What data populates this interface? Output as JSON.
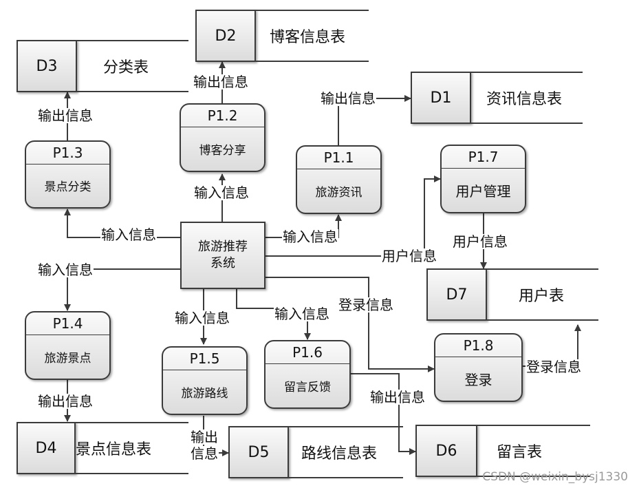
{
  "center": {
    "name_line1": "旅游推荐",
    "name_line2": "系统"
  },
  "processes": {
    "p11": {
      "id": "P1.1",
      "name": "旅游资讯"
    },
    "p12": {
      "id": "P1.2",
      "name": "博客分享"
    },
    "p13": {
      "id": "P1.3",
      "name": "景点分类"
    },
    "p14": {
      "id": "P1.4",
      "name": "旅游景点"
    },
    "p15": {
      "id": "P1.5",
      "name": "旅游路线"
    },
    "p16": {
      "id": "P1.6",
      "name": "留言反馈"
    },
    "p17": {
      "id": "P1.7",
      "name": "用户管理"
    },
    "p18": {
      "id": "P1.8",
      "name": "登录"
    }
  },
  "stores": {
    "d1": {
      "id": "D1",
      "name": "资讯信息表"
    },
    "d2": {
      "id": "D2",
      "name": "博客信息表"
    },
    "d3": {
      "id": "D3",
      "name": "分类表"
    },
    "d4": {
      "id": "D4",
      "name": "景点信息表"
    },
    "d5": {
      "id": "D5",
      "name": "路线信息表"
    },
    "d6": {
      "id": "D6",
      "name": "留言表"
    },
    "d7": {
      "id": "D7",
      "name": "用户表"
    }
  },
  "flows": {
    "output_d2": "输出信息",
    "output_d1": "输出信息",
    "output_d3": "输出信息",
    "input_p12": "输入信息",
    "input_p13": "输入信息",
    "input_p11": "输入信息",
    "user_info_p17": "用户信息",
    "user_info_d7": "用户信息",
    "input_p14": "输入信息",
    "input_p15": "输入信息",
    "input_p16": "输入信息",
    "login_info_p18": "登录信息",
    "output_d6": "输出信息",
    "login_info_d7": "登录信息",
    "output_d4": "输出信息",
    "output_d5_line1": "输出",
    "output_d5_line2": "信息"
  },
  "watermark": "CSDN @weixin_bysj1330"
}
